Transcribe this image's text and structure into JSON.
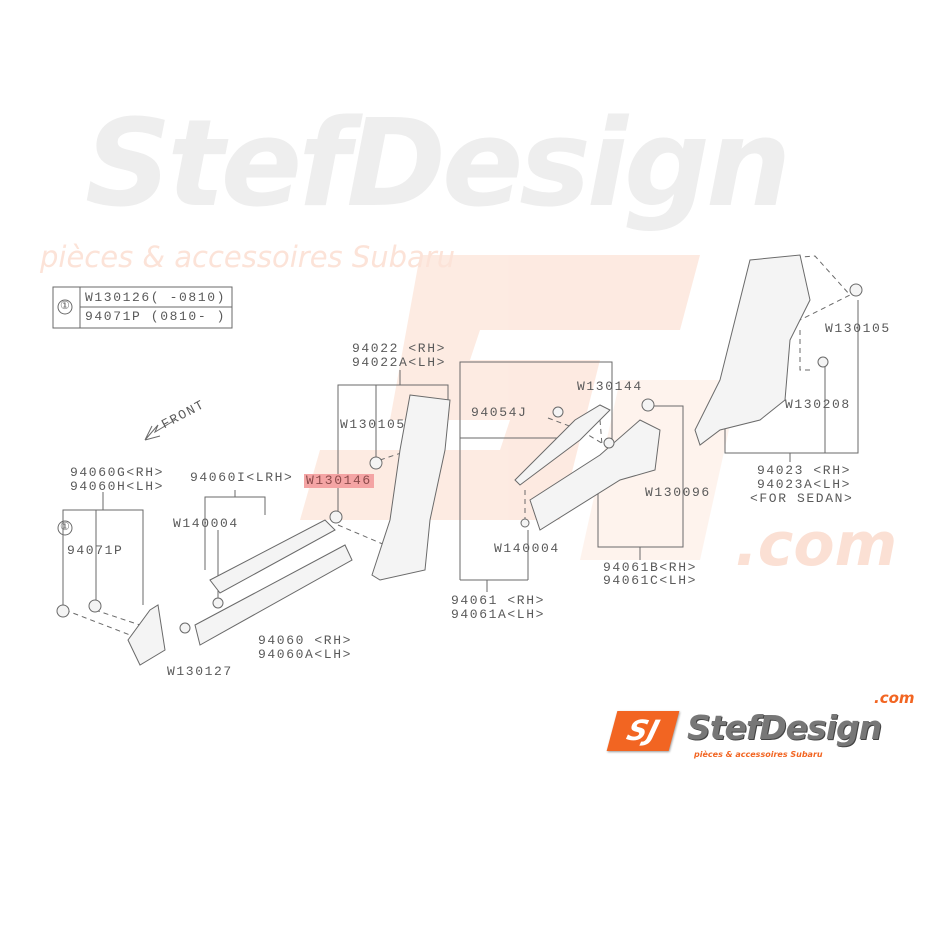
{
  "legend_table": {
    "ref_symbol": "①",
    "rows": [
      "W130126( -0810)",
      "94071P (0810- )"
    ]
  },
  "front_arrow": {
    "label": "FRONT"
  },
  "labels": {
    "p94022": [
      "94022 <RH>",
      "94022A<LH>"
    ],
    "w130105_left": "W130105",
    "w130146": "W130146",
    "p94060g": [
      "94060G<RH>",
      "94060H<LH>"
    ],
    "p94060i": "94060I<LRH>",
    "w140004_left": "W140004",
    "p94071p": "94071P",
    "ref_symbol_left": "①",
    "p94060": [
      "94060 <RH>",
      "94060A<LH>"
    ],
    "w130127": "W130127",
    "w130144": "W130144",
    "p94054j": "94054J",
    "w130096": "W130096",
    "w140004_mid": "W140004",
    "p94061b": [
      "94061B<RH>",
      "94061C<LH>"
    ],
    "p94061": [
      "94061 <RH>",
      "94061A<LH>"
    ],
    "w130105_right": "W130105",
    "w130208": "W130208",
    "p94023": [
      "94023 <RH>",
      "94023A<LH>",
      "<FOR SEDAN>"
    ]
  },
  "watermark": {
    "brand": "StefDesign",
    "domain": ".com",
    "tagline": "pièces & accessoires Subaru"
  },
  "logo": {
    "mark": "SJ",
    "brand": "StefDesign",
    "domain": ".com",
    "tagline": "pièces & accessoires Subaru"
  },
  "colors": {
    "accent": "#f26522",
    "line": "#6a6a6a",
    "highlight": "#f4a4a4"
  }
}
